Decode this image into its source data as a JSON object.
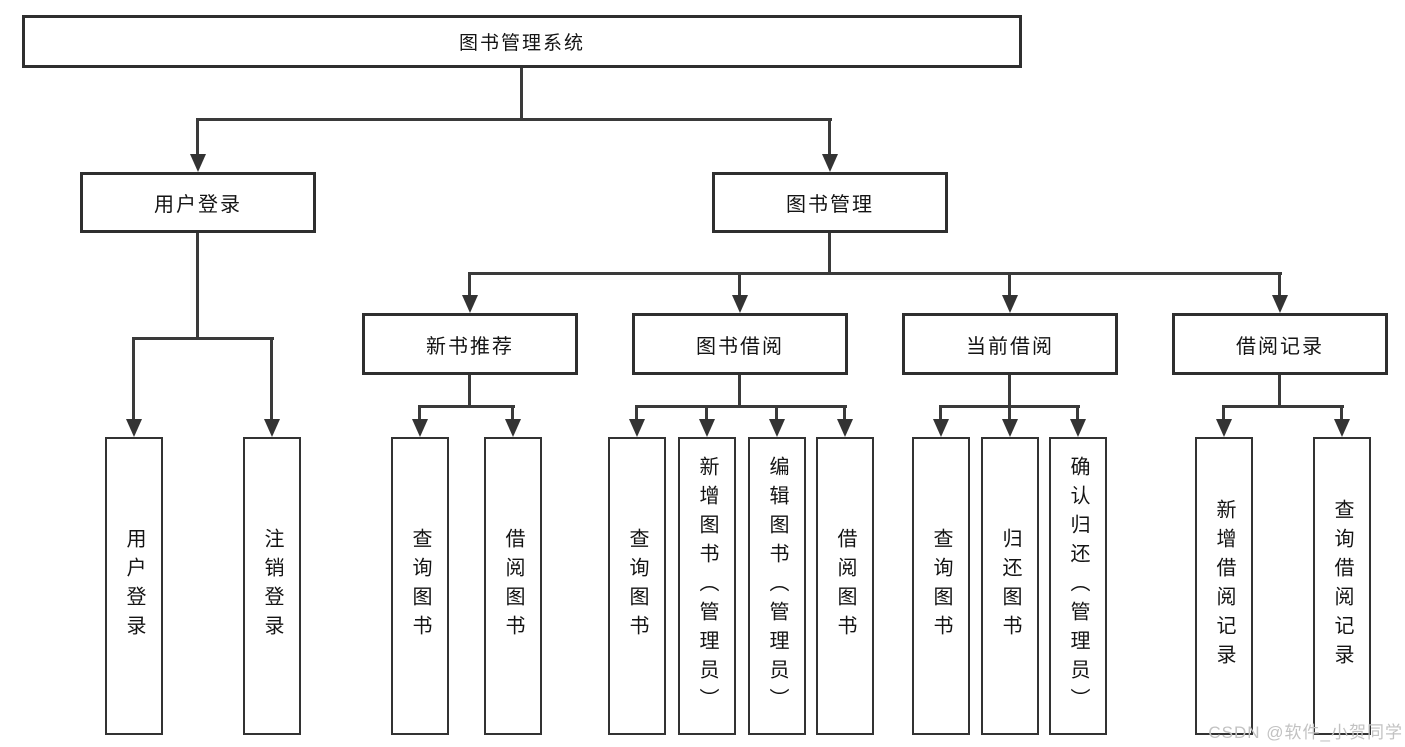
{
  "diagram": {
    "root": {
      "label": "图书管理系统"
    },
    "branches": [
      {
        "label": "用户登录",
        "leaves": [
          {
            "label": "用户登录"
          },
          {
            "label": "注销登录"
          }
        ]
      },
      {
        "label": "图书管理",
        "groups": [
          {
            "label": "新书推荐",
            "leaves": [
              {
                "label": "查询图书"
              },
              {
                "label": "借阅图书"
              }
            ]
          },
          {
            "label": "图书借阅",
            "leaves": [
              {
                "label": "查询图书"
              },
              {
                "label": "新增图书（管理员）"
              },
              {
                "label": "编辑图书（管理员）"
              },
              {
                "label": "借阅图书"
              }
            ]
          },
          {
            "label": "当前借阅",
            "leaves": [
              {
                "label": "查询图书"
              },
              {
                "label": "归还图书"
              },
              {
                "label": "确认归还（管理员）"
              }
            ]
          },
          {
            "label": "借阅记录",
            "leaves": [
              {
                "label": "新增借阅记录"
              },
              {
                "label": "查询借阅记录"
              }
            ]
          }
        ]
      }
    ],
    "watermark": "CSDN @软件_小贺同学",
    "colors": {
      "line": "#3a3a3a",
      "box_border": "#2f2f2f",
      "text": "#141414",
      "watermark": "#c2c2c2",
      "background": "#ffffff"
    }
  }
}
